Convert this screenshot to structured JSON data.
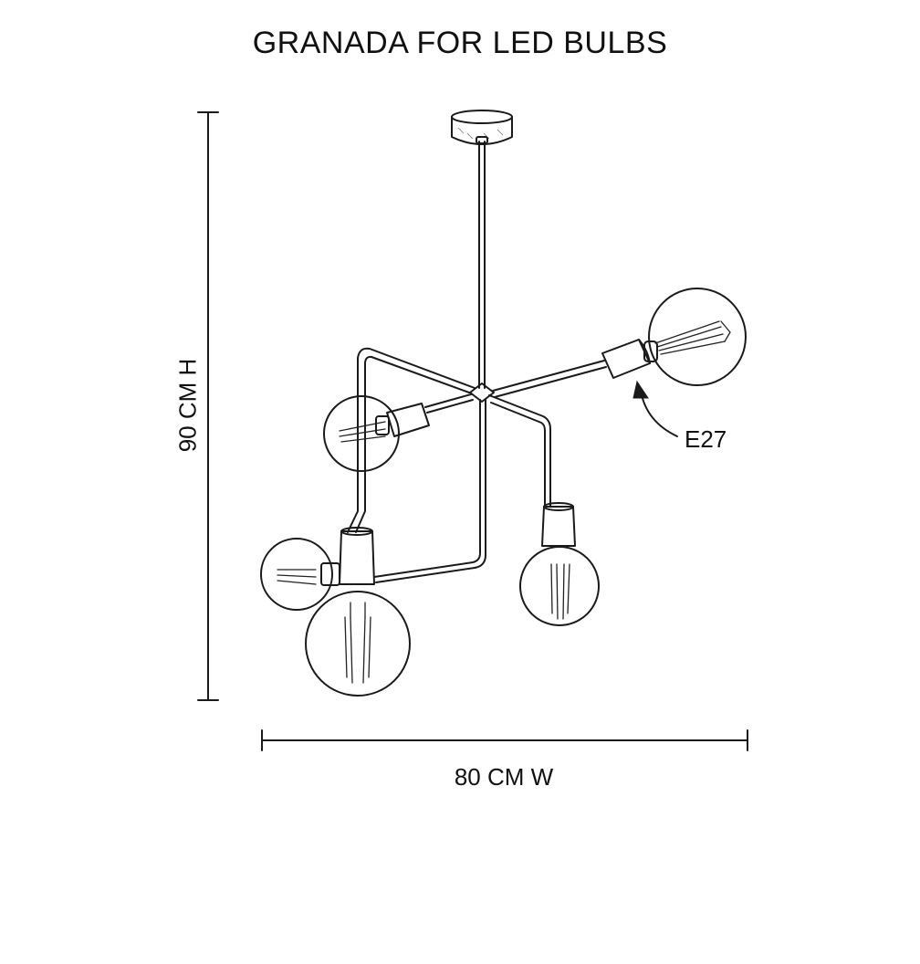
{
  "title": "GRANADA FOR LED BULBS",
  "dimensions": {
    "height_label": "90 CM H",
    "width_label": "80 CM W"
  },
  "annotations": {
    "socket_label": "E27"
  }
}
